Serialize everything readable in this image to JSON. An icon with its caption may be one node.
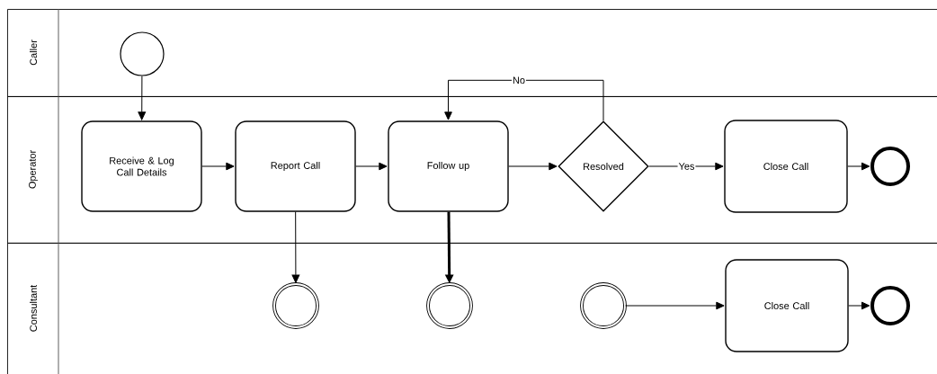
{
  "diagram": {
    "nodes": [
      {
        "text": [
          "Caller"
        ]
      },
      {
        "text": [
          "Operator"
        ]
      },
      {
        "text": [
          "Consultant"
        ]
      },
      {
        "text": [],
        "shape": "circle",
        "in": 0
      },
      {
        "text": [
          "Receive & Log Call Details"
        ],
        "in": 1
      },
      {
        "text": [
          "Report Call"
        ],
        "in": 1
      },
      {
        "text": [
          "Follow up"
        ],
        "in": 1
      },
      {
        "text": [
          "Resolved"
        ],
        "in": 1
      },
      {
        "text": [
          "Close Call"
        ],
        "in": 1
      },
      {
        "text": [],
        "shape": "circle",
        "in": 1
      },
      {
        "text": [],
        "shape": "circle",
        "in": 2
      },
      {
        "text": [],
        "shape": "circle",
        "in": 2
      },
      {
        "text": [],
        "shape": "circle",
        "in": 2
      },
      {
        "text": [
          "Close Call"
        ],
        "in": 2
      },
      {
        "text": [],
        "shape": "circle",
        "in": 2
      }
    ],
    "edges": [
      {
        "from": 3,
        "to": 4,
        "arrow": "to"
      },
      {
        "from": 4,
        "to": 5,
        "arrow": "to"
      },
      {
        "from": 5,
        "to": 6,
        "arrow": "to"
      },
      {
        "from": 6,
        "to": 7,
        "arrow": "to"
      },
      {
        "from": 7,
        "to": 8,
        "arrow": "to",
        "label": "Yes"
      },
      {
        "from": 8,
        "to": 9,
        "arrow": "to"
      },
      {
        "from": 7,
        "to": 6,
        "arrow": "to",
        "label": "No"
      },
      {
        "from": 5,
        "to": 10,
        "arrow": "to"
      },
      {
        "from": 6,
        "to": 11,
        "arrow": "to",
        "style": "thick"
      },
      {
        "from": 12,
        "to": 13,
        "arrow": "to"
      },
      {
        "from": 13,
        "to": 14,
        "arrow": "to"
      }
    ]
  }
}
